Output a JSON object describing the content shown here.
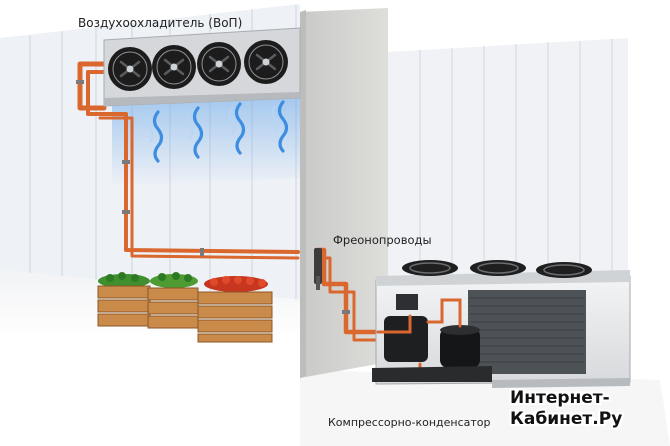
{
  "labels": {
    "air_cooler": "Воздухоохладитель (ВоП)",
    "freon_pipes": "Фреонопроводы",
    "condensing_unit": "Компрессорно-конденсатор"
  },
  "watermark": {
    "line1": "Интернет-",
    "line2": "Кабинет.Ру"
  },
  "colors": {
    "pipe": "#d9672e",
    "wall": "#d6d6d4",
    "panel": "#eef1f6",
    "cold_air": "#6aa8e8",
    "unit_body": "#e6e8ea"
  }
}
